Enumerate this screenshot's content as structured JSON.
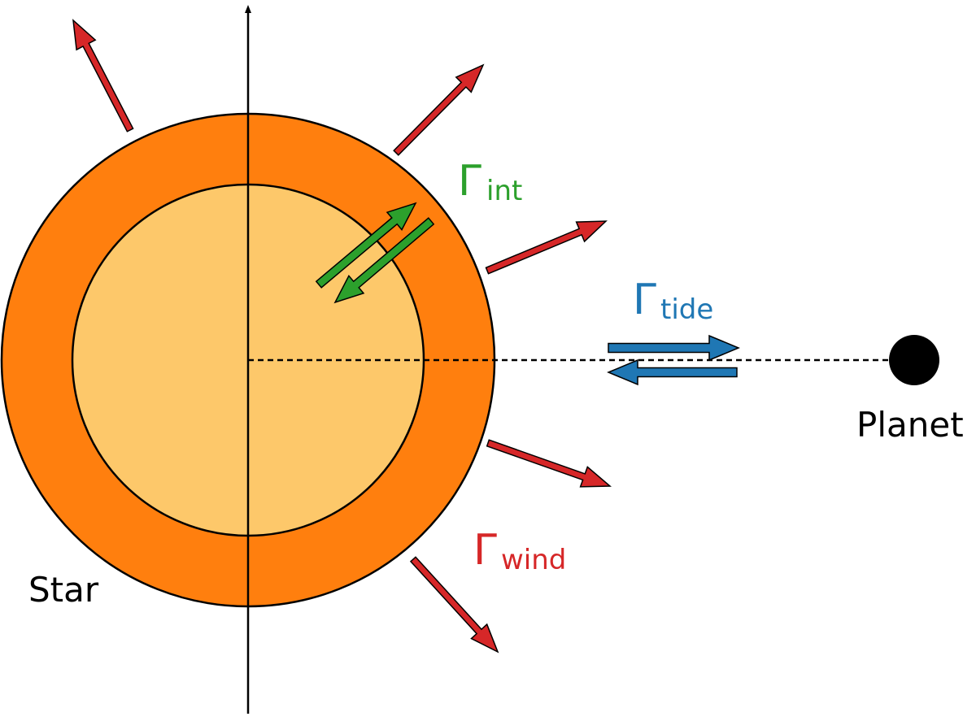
{
  "labels": {
    "star": "Star",
    "planet": "Planet"
  },
  "torques": {
    "symbol": "Γ",
    "internal": {
      "subscript": "int",
      "color": "#2ca02c"
    },
    "tide": {
      "subscript": "tide",
      "color": "#1f77b4"
    },
    "wind": {
      "subscript": "wind",
      "color": "#d62728"
    }
  },
  "colors": {
    "envelope": "#ff7f0e",
    "core": "#fdc86a",
    "outline": "#000000",
    "planet": "#000000"
  }
}
